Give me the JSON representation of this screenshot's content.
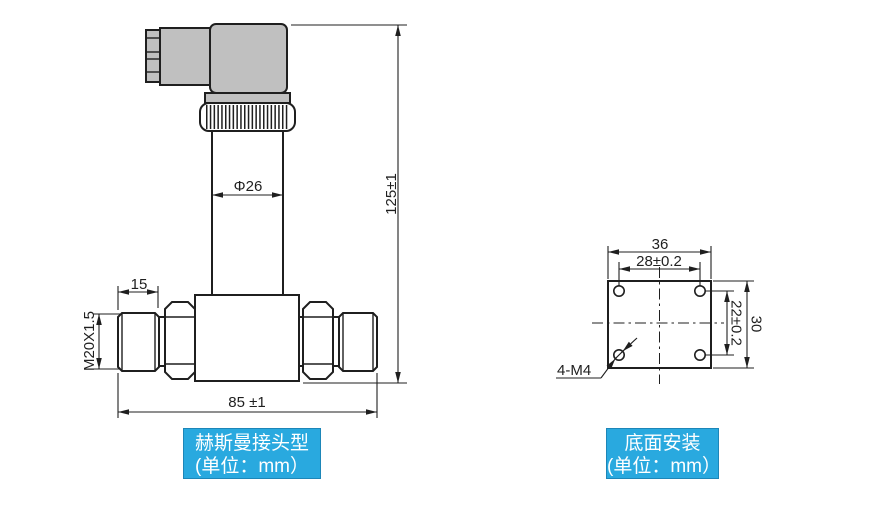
{
  "figure_left": {
    "caption_title": "赫斯曼接头型",
    "caption_unit": "(单位：mm）",
    "dimensions": {
      "stem_diameter": "Φ26",
      "overall_height": "125±1",
      "thread_length": "15",
      "thread_spec": "M20X1.5",
      "overall_length": "85 ±1"
    }
  },
  "figure_right": {
    "caption_title": "底面安装",
    "caption_unit": "(单位：mm）",
    "dimensions": {
      "plate_width": "36",
      "hole_spacing_horizontal": "28±0.2",
      "hole_spacing_vertical": "22±0.2",
      "plate_height": "30",
      "mounting_holes": "4-M4"
    }
  },
  "colors": {
    "background": "#ffffff",
    "line_color": "#1f1f1f",
    "connector_fill": "#c0c0c0",
    "caption_background": "#29a9df",
    "caption_text": "#ffffff"
  }
}
